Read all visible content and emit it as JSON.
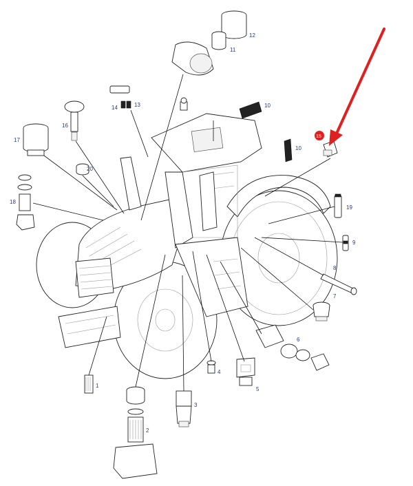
{
  "diagram": {
    "callouts": [
      {
        "id": "1",
        "label": "1"
      },
      {
        "id": "2",
        "label": "2"
      },
      {
        "id": "3",
        "label": "3"
      },
      {
        "id": "4",
        "label": "4"
      },
      {
        "id": "5",
        "label": "5"
      },
      {
        "id": "6",
        "label": "6"
      },
      {
        "id": "7",
        "label": "7"
      },
      {
        "id": "8",
        "label": "8"
      },
      {
        "id": "9",
        "label": "9"
      },
      {
        "id": "10a",
        "label": "10"
      },
      {
        "id": "10b",
        "label": "10"
      },
      {
        "id": "11",
        "label": "11"
      },
      {
        "id": "12",
        "label": "12"
      },
      {
        "id": "13",
        "label": "13"
      },
      {
        "id": "14",
        "label": "14"
      },
      {
        "id": "15",
        "label": "15"
      },
      {
        "id": "16",
        "label": "16"
      },
      {
        "id": "17",
        "label": "17"
      },
      {
        "id": "18",
        "label": "18"
      },
      {
        "id": "19",
        "label": "19"
      },
      {
        "id": "20",
        "label": "20"
      }
    ],
    "highlight": {
      "label": "15",
      "color": "#e02020"
    },
    "colors": {
      "callout_text": "#2a3a8c",
      "line": "#111111",
      "arrow": "#e02020"
    }
  }
}
